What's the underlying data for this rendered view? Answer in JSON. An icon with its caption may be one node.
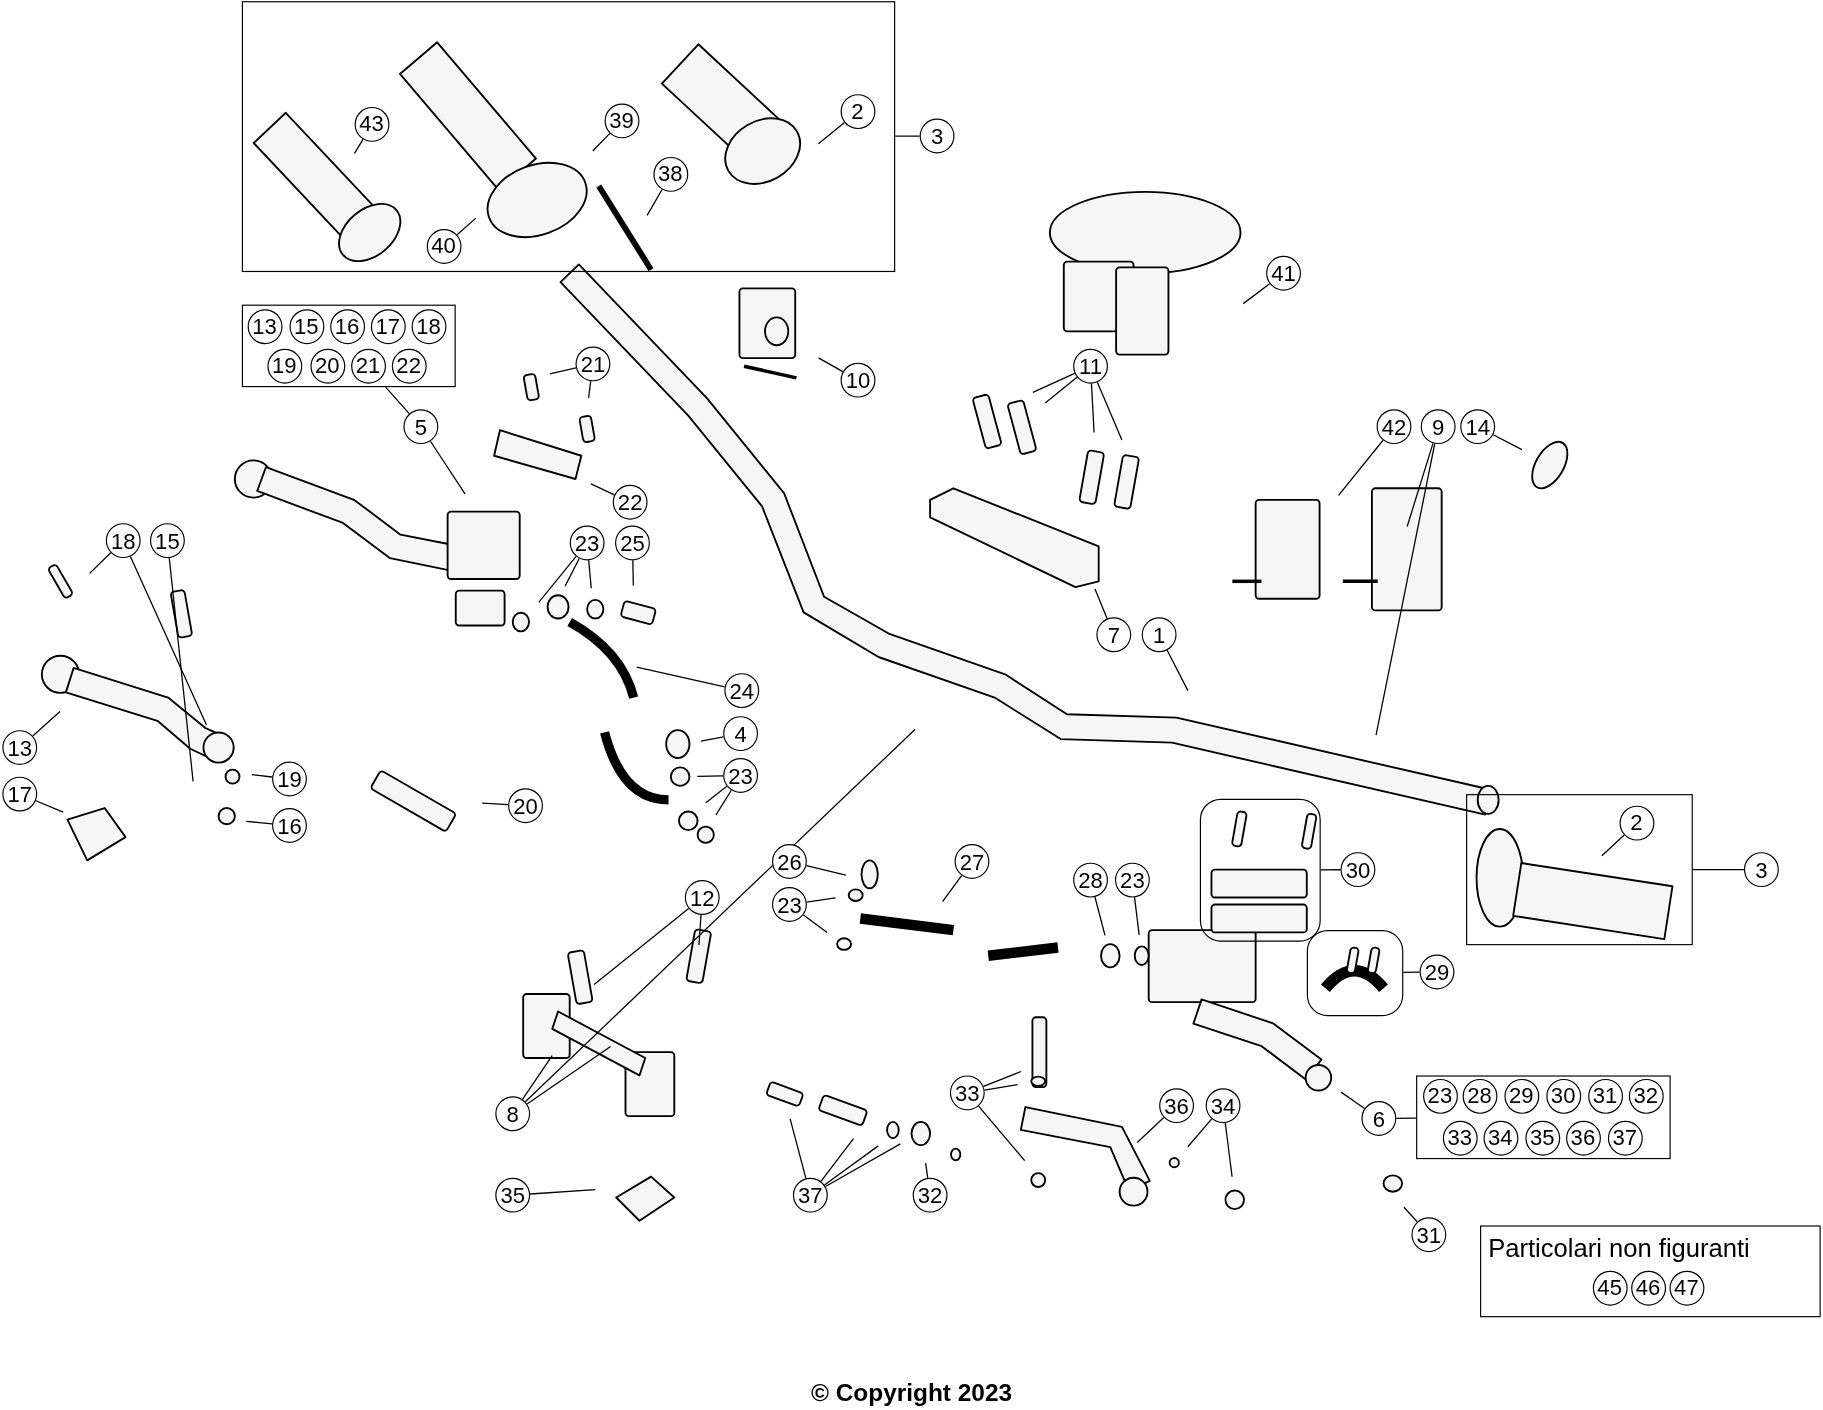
{
  "diagram": {
    "caption": "© Copyright 2023",
    "nodes": [
      {
        "text": [],
        "shape": "box"
      },
      {
        "text": [
          "43"
        ],
        "in": 0
      },
      {
        "text": [
          "39"
        ],
        "in": 0
      },
      {
        "text": [
          "38"
        ],
        "in": 0
      },
      {
        "text": [
          "2"
        ],
        "in": 0
      },
      {
        "text": [
          "40"
        ],
        "in": 0
      },
      {
        "text": [
          "3"
        ]
      },
      {
        "text": [
          "41"
        ]
      },
      {
        "text": [],
        "shape": "box"
      },
      {
        "text": [
          "13"
        ],
        "in": 8
      },
      {
        "text": [
          "15"
        ],
        "in": 8
      },
      {
        "text": [
          "16"
        ],
        "in": 8
      },
      {
        "text": [
          "17"
        ],
        "in": 8
      },
      {
        "text": [
          "18"
        ],
        "in": 8
      },
      {
        "text": [
          "19"
        ],
        "in": 8
      },
      {
        "text": [
          "20"
        ],
        "in": 8
      },
      {
        "text": [
          "21"
        ],
        "in": 8
      },
      {
        "text": [
          "22"
        ],
        "in": 8
      },
      {
        "text": [
          "21"
        ]
      },
      {
        "text": [
          "10"
        ]
      },
      {
        "text": [
          "11"
        ]
      },
      {
        "text": [
          "5"
        ]
      },
      {
        "text": [
          "42"
        ]
      },
      {
        "text": [
          "9"
        ]
      },
      {
        "text": [
          "14"
        ]
      },
      {
        "text": [
          "22"
        ]
      },
      {
        "text": [
          "18"
        ]
      },
      {
        "text": [
          "15"
        ]
      },
      {
        "text": [
          "23"
        ]
      },
      {
        "text": [
          "25"
        ]
      },
      {
        "text": [
          "7"
        ]
      },
      {
        "text": [
          "1"
        ]
      },
      {
        "text": [
          "24"
        ]
      },
      {
        "text": [
          "4"
        ]
      },
      {
        "text": [
          "13"
        ]
      },
      {
        "text": [
          "23"
        ]
      },
      {
        "text": [
          "19"
        ]
      },
      {
        "text": [
          "17"
        ]
      },
      {
        "text": [
          "20"
        ]
      },
      {
        "text": [
          "16"
        ]
      },
      {
        "text": [],
        "shape": "box"
      },
      {
        "text": [],
        "shape": "box"
      },
      {
        "text": [
          "2"
        ],
        "in": 41
      },
      {
        "text": [
          "30"
        ]
      },
      {
        "text": [
          "3"
        ]
      },
      {
        "text": [
          "26"
        ]
      },
      {
        "text": [
          "27"
        ]
      },
      {
        "text": [
          "28"
        ]
      },
      {
        "text": [
          "23"
        ]
      },
      {
        "text": [
          "12"
        ]
      },
      {
        "text": [
          "23"
        ]
      },
      {
        "text": [
          "29"
        ]
      },
      {
        "text": [
          "33"
        ]
      },
      {
        "text": [
          "36"
        ]
      },
      {
        "text": [
          "34"
        ]
      },
      {
        "text": [
          "6"
        ]
      },
      {
        "text": [],
        "shape": "box"
      },
      {
        "text": [
          "23"
        ],
        "in": 56
      },
      {
        "text": [
          "28"
        ],
        "in": 56
      },
      {
        "text": [
          "29"
        ],
        "in": 56
      },
      {
        "text": [
          "30"
        ],
        "in": 56
      },
      {
        "text": [
          "31"
        ],
        "in": 56
      },
      {
        "text": [
          "32"
        ],
        "in": 56
      },
      {
        "text": [
          "33"
        ],
        "in": 56
      },
      {
        "text": [
          "34"
        ],
        "in": 56
      },
      {
        "text": [
          "35"
        ],
        "in": 56
      },
      {
        "text": [
          "36"
        ],
        "in": 56
      },
      {
        "text": [
          "37"
        ],
        "in": 56
      },
      {
        "text": [
          "8"
        ]
      },
      {
        "text": [
          "37"
        ]
      },
      {
        "text": [
          "32"
        ]
      },
      {
        "text": [
          "35"
        ]
      },
      {
        "text": [
          "31"
        ]
      },
      {
        "text": [
          "Particolari non figuranti"
        ]
      },
      {
        "text": [
          "45"
        ],
        "in": 73
      },
      {
        "text": [
          "46"
        ],
        "in": 73
      },
      {
        "text": [
          "47"
        ],
        "in": 73
      },
      {
        "text": [],
        "shape": "box"
      }
    ],
    "edges": [
      {
        "from": 1,
        "to": null,
        "arrow": "none"
      },
      {
        "from": 2,
        "to": null,
        "arrow": "none"
      },
      {
        "from": 3,
        "to": null,
        "arrow": "none"
      },
      {
        "from": 4,
        "to": null,
        "arrow": "none"
      },
      {
        "from": 5,
        "to": null,
        "arrow": "none"
      },
      {
        "from": 6,
        "to": 0,
        "arrow": "none"
      },
      {
        "from": 7,
        "to": null,
        "arrow": "none"
      },
      {
        "from": 21,
        "to": 8,
        "arrow": "none"
      },
      {
        "from": 21,
        "to": null,
        "arrow": "none"
      },
      {
        "from": 18,
        "to": null,
        "arrow": "none"
      },
      {
        "from": 18,
        "to": null,
        "arrow": "none"
      },
      {
        "from": 19,
        "to": null,
        "arrow": "none"
      },
      {
        "from": 20,
        "to": null,
        "arrow": "none"
      },
      {
        "from": 20,
        "to": null,
        "arrow": "none"
      },
      {
        "from": 20,
        "to": null,
        "arrow": "none"
      },
      {
        "from": 20,
        "to": null,
        "arrow": "none"
      },
      {
        "from": 22,
        "to": null,
        "arrow": "none"
      },
      {
        "from": 23,
        "to": null,
        "arrow": "none"
      },
      {
        "from": 23,
        "to": null,
        "arrow": "none"
      },
      {
        "from": 24,
        "to": null,
        "arrow": "none"
      },
      {
        "from": 25,
        "to": null,
        "arrow": "none"
      },
      {
        "from": 26,
        "to": null,
        "arrow": "none"
      },
      {
        "from": 26,
        "to": null,
        "arrow": "none"
      },
      {
        "from": 27,
        "to": null,
        "arrow": "none"
      },
      {
        "from": 28,
        "to": null,
        "arrow": "none"
      },
      {
        "from": 28,
        "to": null,
        "arrow": "none"
      },
      {
        "from": 28,
        "to": null,
        "arrow": "none"
      },
      {
        "from": 29,
        "to": null,
        "arrow": "none"
      },
      {
        "from": 30,
        "to": null,
        "arrow": "none"
      },
      {
        "from": 31,
        "to": null,
        "arrow": "none"
      },
      {
        "from": 32,
        "to": null,
        "arrow": "none"
      },
      {
        "from": 33,
        "to": null,
        "arrow": "none"
      },
      {
        "from": 35,
        "to": null,
        "arrow": "none"
      },
      {
        "from": 35,
        "to": null,
        "arrow": "none"
      },
      {
        "from": 35,
        "to": null,
        "arrow": "none"
      },
      {
        "from": 34,
        "to": null,
        "arrow": "none"
      },
      {
        "from": 37,
        "to": null,
        "arrow": "none"
      },
      {
        "from": 36,
        "to": null,
        "arrow": "none"
      },
      {
        "from": 39,
        "to": null,
        "arrow": "none"
      },
      {
        "from": 38,
        "to": null,
        "arrow": "none"
      },
      {
        "from": 43,
        "to": 40,
        "arrow": "none"
      },
      {
        "from": 44,
        "to": 41,
        "arrow": "none"
      },
      {
        "from": 42,
        "to": null,
        "arrow": "none"
      },
      {
        "from": 45,
        "to": null,
        "arrow": "none"
      },
      {
        "from": 50,
        "to": null,
        "arrow": "none"
      },
      {
        "from": 50,
        "to": null,
        "arrow": "none"
      },
      {
        "from": 46,
        "to": null,
        "arrow": "none"
      },
      {
        "from": 47,
        "to": null,
        "arrow": "none"
      },
      {
        "from": 48,
        "to": null,
        "arrow": "none"
      },
      {
        "from": 51,
        "to": 77,
        "arrow": "none"
      },
      {
        "from": 49,
        "to": null,
        "arrow": "none"
      },
      {
        "from": 49,
        "to": null,
        "arrow": "none"
      },
      {
        "from": 68,
        "to": null,
        "arrow": "none"
      },
      {
        "from": 68,
        "to": null,
        "arrow": "none"
      },
      {
        "from": 68,
        "to": null,
        "arrow": "none"
      },
      {
        "from": 71,
        "to": null,
        "arrow": "none"
      },
      {
        "from": 52,
        "to": null,
        "arrow": "none"
      },
      {
        "from": 52,
        "to": null,
        "arrow": "none"
      },
      {
        "from": 52,
        "to": null,
        "arrow": "none"
      },
      {
        "from": 69,
        "to": null,
        "arrow": "none"
      },
      {
        "from": 69,
        "to": null,
        "arrow": "none"
      },
      {
        "from": 69,
        "to": null,
        "arrow": "none"
      },
      {
        "from": 69,
        "to": null,
        "arrow": "none"
      },
      {
        "from": 70,
        "to": null,
        "arrow": "none"
      },
      {
        "from": 53,
        "to": null,
        "arrow": "none"
      },
      {
        "from": 54,
        "to": null,
        "arrow": "none"
      },
      {
        "from": 54,
        "to": null,
        "arrow": "none"
      },
      {
        "from": 55,
        "to": null,
        "arrow": "none"
      },
      {
        "from": 55,
        "to": 56,
        "arrow": "none"
      },
      {
        "from": 72,
        "to": null,
        "arrow": "none"
      }
    ]
  }
}
